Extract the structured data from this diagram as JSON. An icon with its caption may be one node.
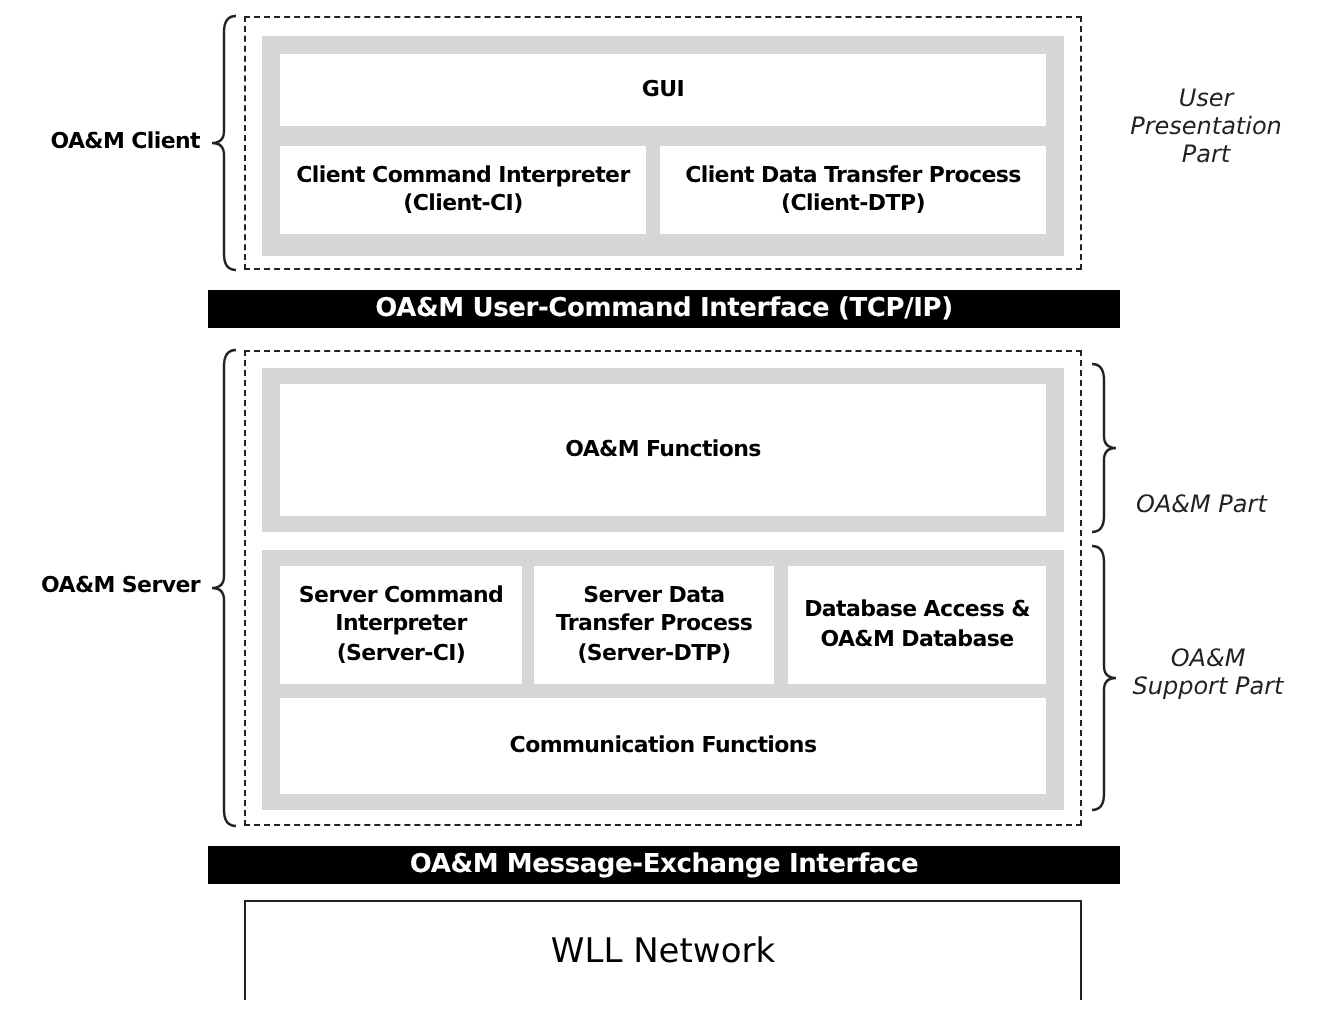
{
  "diagram": {
    "nodes": [
      {
        "text": [],
        "shape": "box"
      },
      {
        "text": [],
        "shape": "box",
        "in": 0
      },
      {
        "text": [
          "GUI"
        ],
        "in": 1
      },
      {
        "text": [
          "Client Command Interpreter (Client-CI)"
        ],
        "in": 1
      },
      {
        "text": [
          "Client Data Transfer Process (Client-DTP)"
        ],
        "in": 1
      },
      {
        "text": [
          "OA&M User-Command Interface (TCP/IP)"
        ]
      },
      {
        "text": [],
        "shape": "box"
      },
      {
        "text": [],
        "shape": "box",
        "in": 6
      },
      {
        "text": [
          "OA&M Functions"
        ],
        "in": 7
      },
      {
        "text": [],
        "shape": "box",
        "in": 6
      },
      {
        "text": [
          "Server Command Interpreter (Server-CI)"
        ],
        "in": 9
      },
      {
        "text": [
          "Server Data Transfer Process (Server-DTP)"
        ],
        "in": 9
      },
      {
        "text": [
          "Database Access & OA&M Database"
        ],
        "in": 9
      },
      {
        "text": [
          "Communication Functions"
        ],
        "in": 9
      },
      {
        "text": [
          "OA&M Message-Exchange Interface"
        ]
      },
      {
        "text": [
          "WLL Network"
        ]
      }
    ],
    "labels": [
      "OA&M Client",
      "User Presentation Part",
      "OA&M Server",
      "OA&M Part",
      "OA&M Support Part"
    ]
  }
}
